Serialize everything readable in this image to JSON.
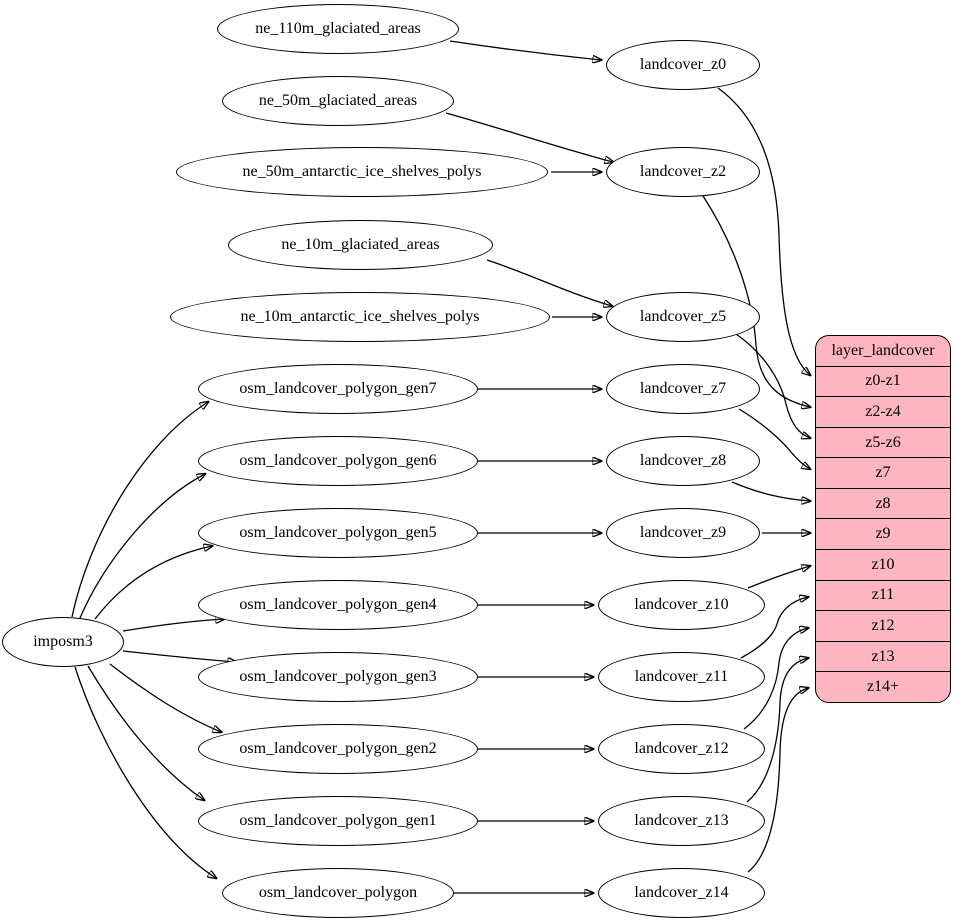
{
  "colors": {
    "background": "#ffffff",
    "node_fill": "#ffffff",
    "node_stroke": "#000000",
    "edge": "#000000",
    "record_fill": "#ffb6c1",
    "text": "#000000"
  },
  "graph": {
    "importer": "imposm3",
    "sources": [
      "ne_110m_glaciated_areas",
      "ne_50m_glaciated_areas",
      "ne_50m_antarctic_ice_shelves_polys",
      "ne_10m_glaciated_areas",
      "ne_10m_antarctic_ice_shelves_polys",
      "osm_landcover_polygon_gen7",
      "osm_landcover_polygon_gen6",
      "osm_landcover_polygon_gen5",
      "osm_landcover_polygon_gen4",
      "osm_landcover_polygon_gen3",
      "osm_landcover_polygon_gen2",
      "osm_landcover_polygon_gen1",
      "osm_landcover_polygon"
    ],
    "transforms": [
      "landcover_z0",
      "landcover_z2",
      "landcover_z5",
      "landcover_z7",
      "landcover_z8",
      "landcover_z9",
      "landcover_z10",
      "landcover_z11",
      "landcover_z12",
      "landcover_z13",
      "landcover_z14"
    ],
    "record": {
      "title": "layer_landcover",
      "rows": [
        "z0-z1",
        "z2-z4",
        "z5-z6",
        "z7",
        "z8",
        "z9",
        "z10",
        "z11",
        "z12",
        "z13",
        "z14+"
      ]
    },
    "edges": [
      [
        "imposm3",
        "osm_landcover_polygon_gen7"
      ],
      [
        "imposm3",
        "osm_landcover_polygon_gen6"
      ],
      [
        "imposm3",
        "osm_landcover_polygon_gen5"
      ],
      [
        "imposm3",
        "osm_landcover_polygon_gen4"
      ],
      [
        "imposm3",
        "osm_landcover_polygon_gen3"
      ],
      [
        "imposm3",
        "osm_landcover_polygon_gen2"
      ],
      [
        "imposm3",
        "osm_landcover_polygon_gen1"
      ],
      [
        "imposm3",
        "osm_landcover_polygon"
      ],
      [
        "ne_110m_glaciated_areas",
        "landcover_z0"
      ],
      [
        "ne_50m_glaciated_areas",
        "landcover_z2"
      ],
      [
        "ne_50m_antarctic_ice_shelves_polys",
        "landcover_z2"
      ],
      [
        "ne_10m_glaciated_areas",
        "landcover_z5"
      ],
      [
        "ne_10m_antarctic_ice_shelves_polys",
        "landcover_z5"
      ],
      [
        "osm_landcover_polygon_gen7",
        "landcover_z7"
      ],
      [
        "osm_landcover_polygon_gen6",
        "landcover_z8"
      ],
      [
        "osm_landcover_polygon_gen5",
        "landcover_z9"
      ],
      [
        "osm_landcover_polygon_gen4",
        "landcover_z10"
      ],
      [
        "osm_landcover_polygon_gen3",
        "landcover_z11"
      ],
      [
        "osm_landcover_polygon_gen2",
        "landcover_z12"
      ],
      [
        "osm_landcover_polygon_gen1",
        "landcover_z13"
      ],
      [
        "osm_landcover_polygon",
        "landcover_z14"
      ],
      [
        "landcover_z0",
        "layer_landcover:z0-z1"
      ],
      [
        "landcover_z2",
        "layer_landcover:z2-z4"
      ],
      [
        "landcover_z5",
        "layer_landcover:z5-z6"
      ],
      [
        "landcover_z7",
        "layer_landcover:z7"
      ],
      [
        "landcover_z8",
        "layer_landcover:z8"
      ],
      [
        "landcover_z9",
        "layer_landcover:z9"
      ],
      [
        "landcover_z10",
        "layer_landcover:z10"
      ],
      [
        "landcover_z11",
        "layer_landcover:z11"
      ],
      [
        "landcover_z12",
        "layer_landcover:z12"
      ],
      [
        "landcover_z13",
        "layer_landcover:z13"
      ],
      [
        "landcover_z14",
        "layer_landcover:z14+"
      ]
    ]
  }
}
